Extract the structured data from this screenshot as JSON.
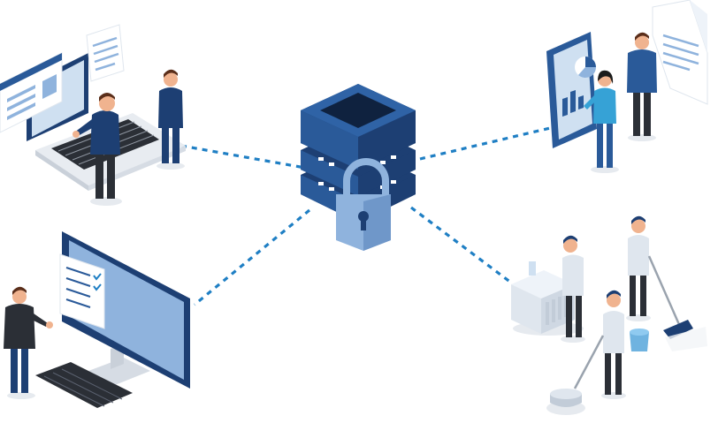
{
  "scene": {
    "type": "isometric illustration",
    "colors": {
      "navy": "#1d3f73",
      "blue": "#2a5a99",
      "mid_blue": "#3d6fb0",
      "light_blue": "#8fb3dd",
      "pale_blue": "#cfe0f1",
      "connector": "#1f7fc4",
      "gray": "#e6eaef",
      "dark_gray": "#2b2f36",
      "skin": "#f0b38f",
      "hair": "#5a2e1a"
    },
    "nodes": [
      {
        "name": "secure-server",
        "icon": "server-lock-icon"
      },
      {
        "name": "laptop-workstation",
        "icon": "laptop-icon"
      },
      {
        "name": "tablet-analytics",
        "icon": "tablet-chart-icon"
      },
      {
        "name": "desktop-computer",
        "icon": "monitor-icon"
      },
      {
        "name": "cleaning-staff",
        "icon": "cleaning-cart-icon"
      }
    ]
  }
}
